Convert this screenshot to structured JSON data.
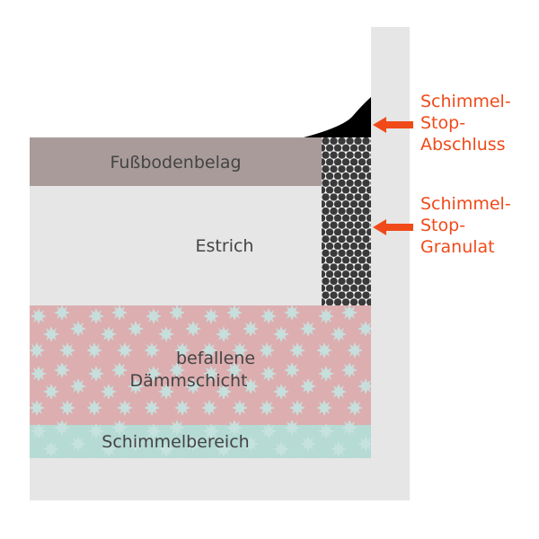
{
  "layers": {
    "floor_covering": "Fußbodenbelag",
    "screed": "Estrich",
    "insulation_line1": "befallene",
    "insulation_line2": "Dämmschicht",
    "mold_zone": "Schimmelbereich"
  },
  "callouts": {
    "closure": [
      "Schimmel-",
      "Stop-",
      "Abschluss"
    ],
    "granulate": [
      "Schimmel-",
      "Stop-",
      "Granulat"
    ]
  },
  "colors": {
    "floor_covering": "#aa9b9b",
    "screed": "#e6e6e6",
    "insulation": "#dcaeb0",
    "mold": "#b6dad4",
    "star": "#c6e2de",
    "arrow": "#f04a1a",
    "granulate": "#3a3a3a"
  }
}
